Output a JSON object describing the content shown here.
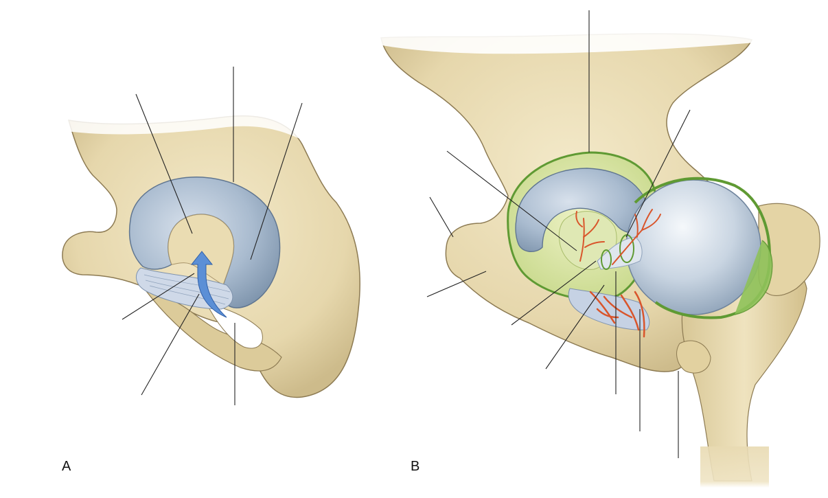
{
  "panels": [
    {
      "id": "A",
      "label": "A"
    },
    {
      "id": "B",
      "label": "B"
    }
  ],
  "colors": {
    "bone": "#e9dcb6",
    "bone_shadow": "#cbb98a",
    "bone_edge": "#8c7a52",
    "cartilage": "#9fb2c6",
    "cartilage_light": "#d4dde8",
    "capsule_green": "#7ab648",
    "synovial_green": "#dfe8b8",
    "artery": "#d9552b",
    "ligament": "#c9d4e4",
    "arrow_blue": "#5b8fd6",
    "leader_line": "#222222"
  },
  "icons": [
    "curved-arrow-icon"
  ]
}
